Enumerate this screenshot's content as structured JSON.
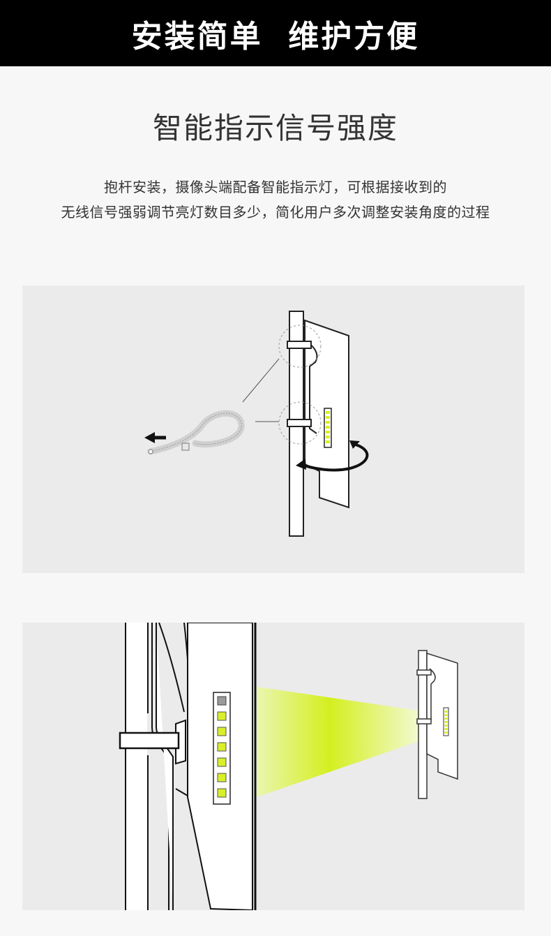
{
  "banner": {
    "title": "安装简单  维护方便"
  },
  "section": {
    "heading": "智能指示信号强度",
    "description_line1": "抱杆安装，摄像头端配备智能指示灯，可根据接收到的",
    "description_line2": "无线信号强弱调节亮灯数目多少，简化用户多次调整安装角度的过程"
  },
  "illustrations": {
    "install": {
      "icons": [
        "pole-icon",
        "camera-device-icon",
        "cable-tie-icon",
        "pull-arrow-icon",
        "rotate-arrow-icon"
      ],
      "indicator_leds": 7
    },
    "signal": {
      "icons": [
        "device-closeup-icon",
        "signal-beam-icon",
        "device-small-icon"
      ],
      "leds_lit": 6,
      "leds_total": 7,
      "led_lit_color": "#d8ef2a",
      "led_off_color": "#9a9a9a",
      "beam_color": "#d4ef1f"
    }
  }
}
